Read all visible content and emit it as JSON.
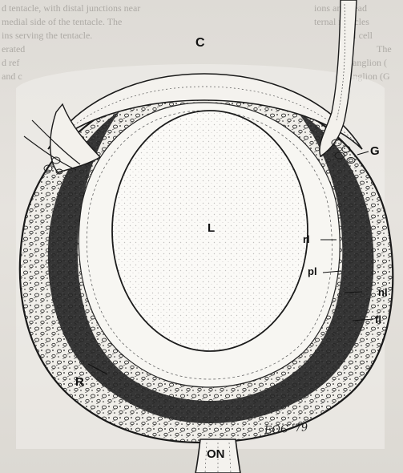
{
  "background_text": [
    "d tentacle, with distal junctions near",
    "medial side of the tentacle. The",
    "ins serving the tentacle.",
    "erated",
    "d ref",
    "and c"
  ],
  "background_text_right": [
    "ions and bead",
    "ternal muscles",
    "nal cell",
    "The",
    "anglion (",
    "anglion (G"
  ],
  "labels": {
    "cornea": "C",
    "lens": "L",
    "ganglion": "G",
    "rl": "rl",
    "pl": "pl",
    "nl": "nl",
    "fl": "fl",
    "retina": "R",
    "optic_nerve": "ON"
  },
  "signature": "EOC '79",
  "colors": {
    "paper": "#e3e0db",
    "ink": "#111111",
    "retina_dark": "#262626",
    "stipple": "#555555"
  }
}
